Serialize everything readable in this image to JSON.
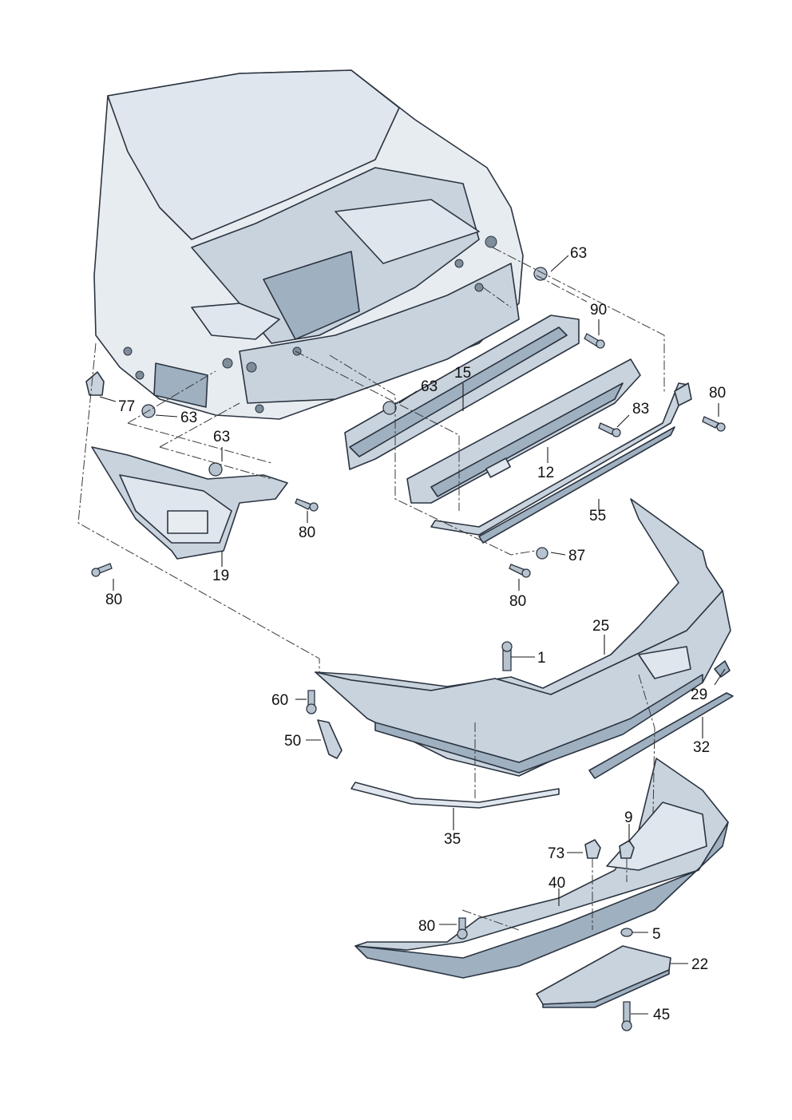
{
  "diagram": {
    "labels": {
      "p1": "1",
      "p5": "5",
      "p9": "9",
      "p12": "12",
      "p15": "15",
      "p19": "19",
      "p22": "22",
      "p25": "25",
      "p29": "29",
      "p32": "32",
      "p35": "35",
      "p40": "40",
      "p45": "45",
      "p50": "50",
      "p55": "55",
      "p60": "60",
      "p63a": "63",
      "p63b": "63",
      "p63c": "63",
      "p63d": "63",
      "p73": "73",
      "p77": "77",
      "p80a": "80",
      "p80b": "80",
      "p80c": "80",
      "p80d": "80",
      "p80e": "80",
      "p83": "83",
      "p87": "87",
      "p90": "90"
    }
  }
}
